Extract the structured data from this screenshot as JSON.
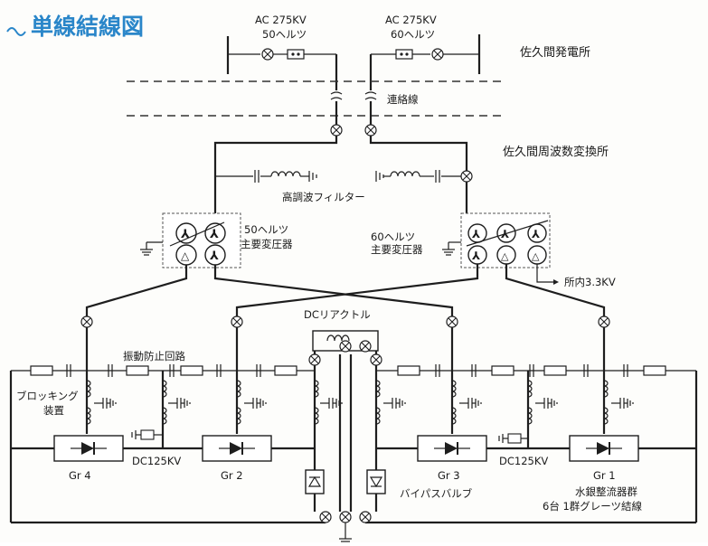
{
  "title": "単線結線図",
  "ac_left": {
    "voltage": "AC 275KV",
    "frequency": "50ヘルツ"
  },
  "ac_right": {
    "voltage": "AC 275KV",
    "frequency": "60ヘルツ"
  },
  "sakuma_power_station": "佐久間発電所",
  "tie_line": "連絡線",
  "sakuma_converter_station": "佐久間周波数変換所",
  "harmonic_filter": "高調波フィルター",
  "transformer_50": {
    "line1": "50ヘルツ",
    "line2": "主要変圧器"
  },
  "transformer_60": {
    "line1": "60ヘルツ",
    "line2": "主要変圧器"
  },
  "station_service": "所内3.3KV",
  "dc_reactor": "DCリアクトル",
  "anti_oscillation": "振動防止回路",
  "blocking": {
    "line1": "ブロッキング",
    "line2": "装置"
  },
  "groups": {
    "gr4": "Gr 4",
    "gr2": "Gr 2",
    "gr3": "Gr 3",
    "gr1": "Gr 1"
  },
  "dc_left": "DC125KV",
  "dc_right": "DC125KV",
  "bypass_valve": "バイパスバルブ",
  "rectifier_group": {
    "line1": "水銀整流器群",
    "line2": "6台 1群グレーツ結線"
  }
}
